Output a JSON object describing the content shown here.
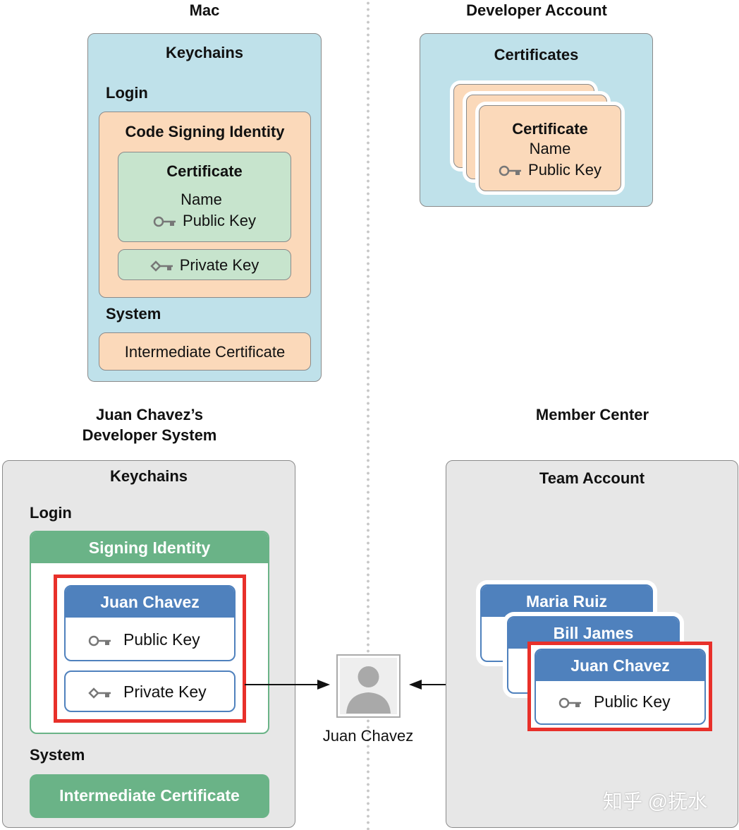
{
  "top_left": {
    "title": "Mac",
    "keychains": "Keychains",
    "login": "Login",
    "code_signing_identity": "Code Signing Identity",
    "certificate": "Certificate",
    "name": "Name",
    "public_key": "Public Key",
    "private_key": "Private Key",
    "system": "System",
    "intermediate": "Intermediate Certificate"
  },
  "top_right": {
    "title": "Developer Account",
    "certificates": "Certificates",
    "certificate": "Certificate",
    "name": "Name",
    "public_key": "Public Key"
  },
  "bottom_left": {
    "title_line1": "Juan Chavez’s",
    "title_line2": "Developer System",
    "keychains": "Keychains",
    "login": "Login",
    "signing_identity": "Signing Identity",
    "card_name": "Juan Chavez",
    "public_key": "Public Key",
    "private_key": "Private Key",
    "system": "System",
    "intermediate": "Intermediate Certificate"
  },
  "center": {
    "person_label": "Juan Chavez"
  },
  "bottom_right": {
    "title": "Member Center",
    "team_account": "Team Account",
    "cards": [
      "Maria Ruiz",
      "Bill James",
      "Juan Chavez"
    ],
    "public_key": "Public Key"
  },
  "watermark": "知乎 @抚水",
  "colors": {
    "highlight": "#e8302a",
    "card_blue": "#4f81bd",
    "identity_green": "#6ab387"
  }
}
